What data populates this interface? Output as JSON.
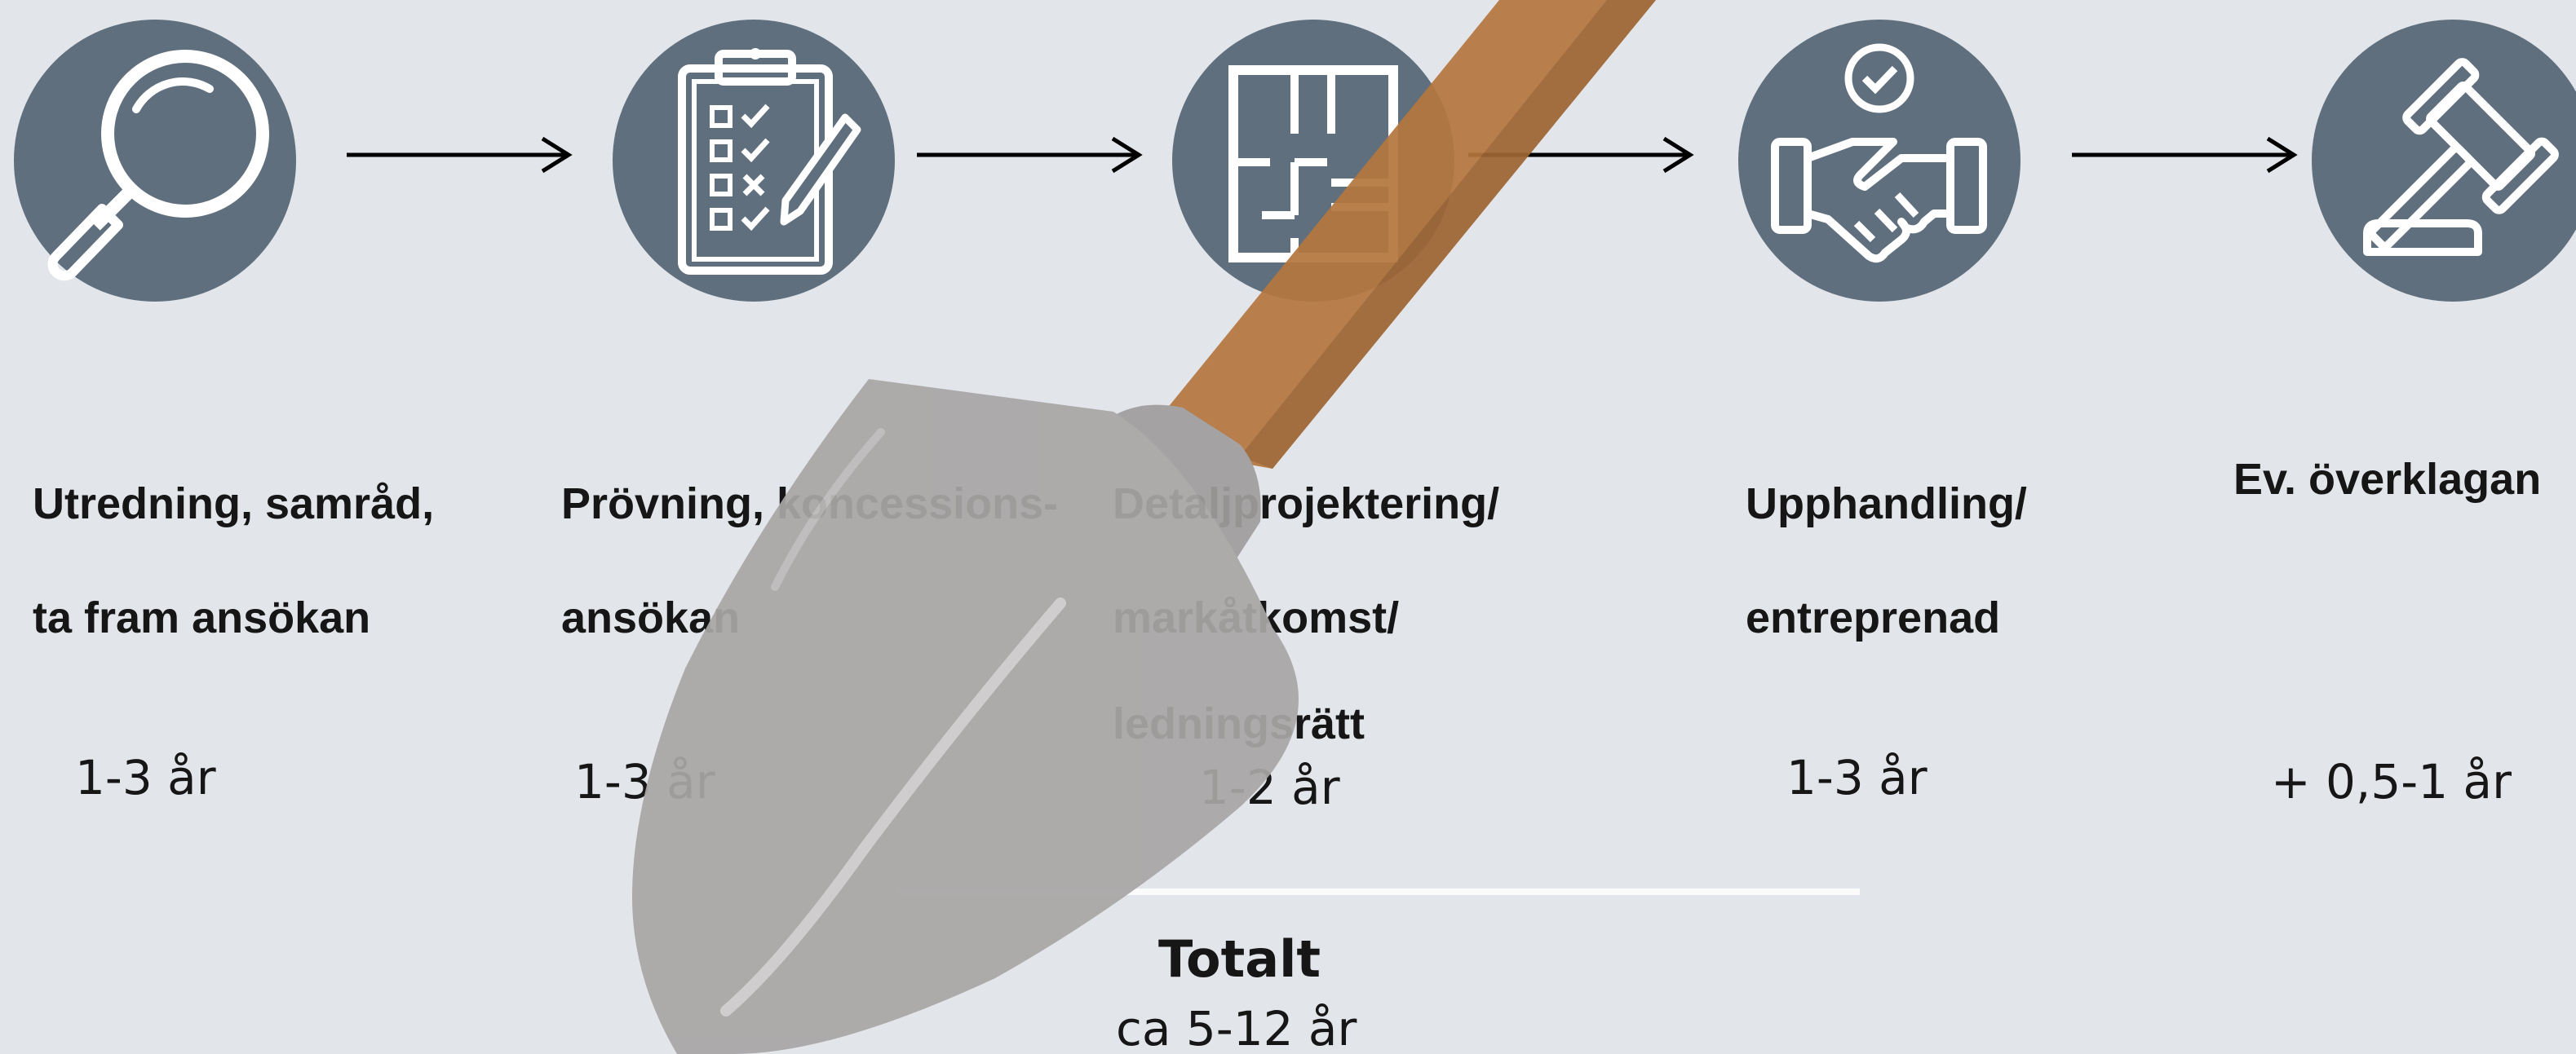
{
  "steps": [
    {
      "title_lines": [
        "Utredning, samråd,",
        "ta fram ansökan"
      ],
      "duration": "1-3 år",
      "icon": "magnifier-icon"
    },
    {
      "title_lines": [
        "Prövning, koncessions-",
        "ansökan"
      ],
      "duration": "1-3 år",
      "icon": "clipboard-checklist-icon"
    },
    {
      "title_lines": [
        "Detaljprojektering/",
        "markåtkomst/",
        "ledningsrätt"
      ],
      "duration": "1-2 år",
      "icon": "floor-plan-icon"
    },
    {
      "title_lines": [
        "Upphandling/",
        "entreprenad"
      ],
      "duration": "1-3 år",
      "icon": "handshake-icon"
    },
    {
      "title_lines": [
        "Ev. överklagan"
      ],
      "duration": "+ 0,5-1 år",
      "icon": "gavel-icon"
    }
  ],
  "total": {
    "label": "Totalt",
    "value": "ca 5-12 år"
  },
  "colors": {
    "background": "#e2e5ea",
    "circle": "#5f6f7d",
    "text": "#161616",
    "shovel_handle": "#b5773f",
    "shovel_blade": "#a9a6a6"
  }
}
